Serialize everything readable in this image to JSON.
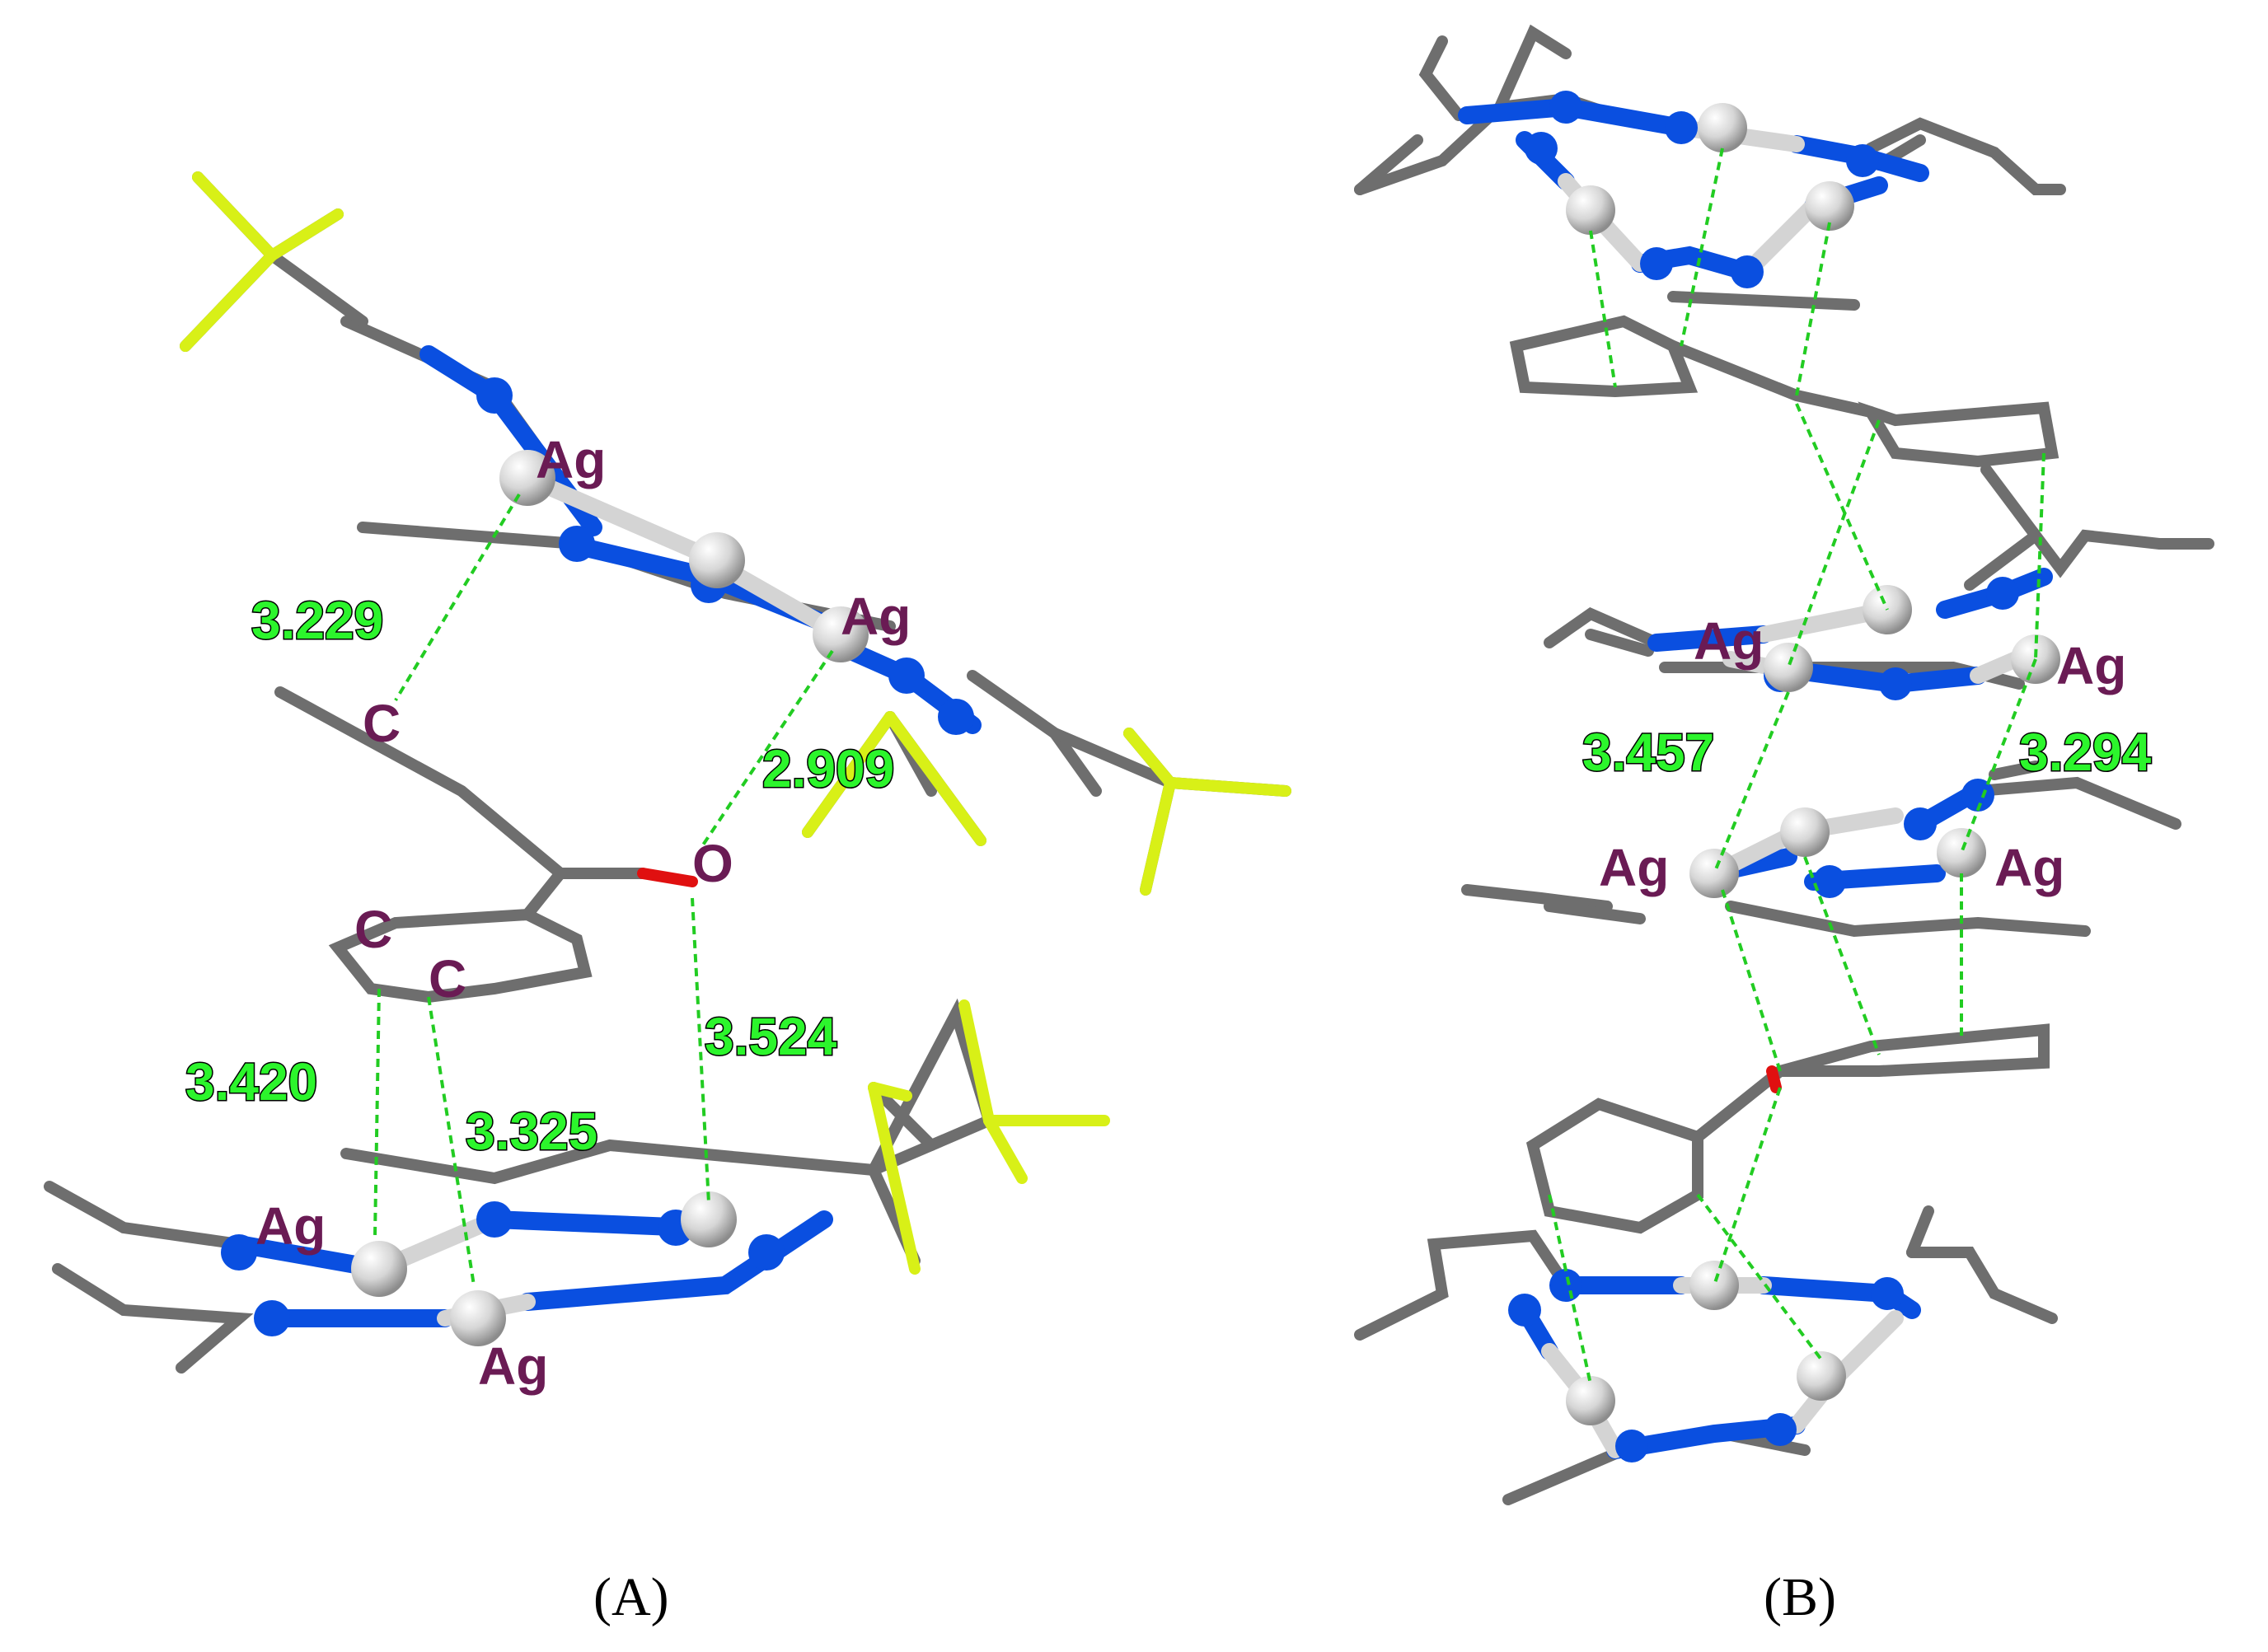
{
  "panels": [
    {
      "id": "A",
      "caption": "(A)",
      "atom_labels": [
        "Ag",
        "Ag",
        "C",
        "O",
        "C",
        "C",
        "Ag",
        "Ag"
      ],
      "distances": [
        "3.229",
        "2.909",
        "3.524",
        "3.420",
        "3.325"
      ]
    },
    {
      "id": "B",
      "caption": "(B)",
      "atom_labels": [
        "Ag",
        "Ag",
        "Ag",
        "Ag"
      ],
      "distances": [
        "3.457",
        "3.294"
      ]
    }
  ]
}
